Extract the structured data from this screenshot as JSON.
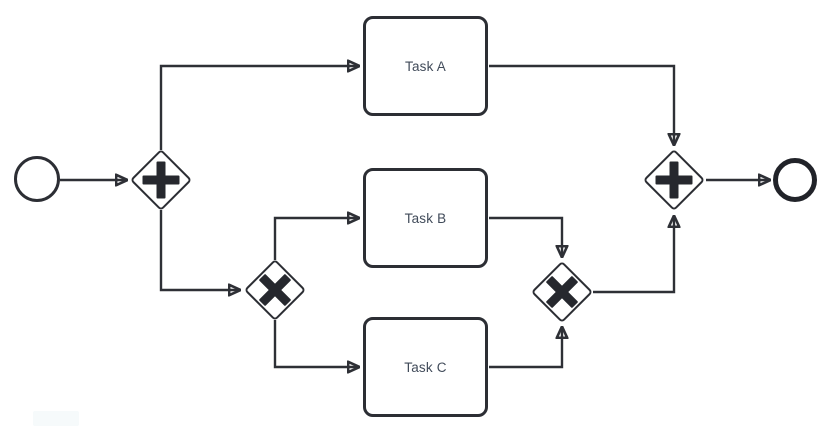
{
  "diagram": {
    "kind": "bpmn-process-flow",
    "tasks": [
      {
        "id": "task-a",
        "label": "Task A"
      },
      {
        "id": "task-b",
        "label": "Task B"
      },
      {
        "id": "task-c",
        "label": "Task C"
      }
    ],
    "events": [
      {
        "id": "start-event",
        "type": "start"
      },
      {
        "id": "end-event",
        "type": "end"
      }
    ],
    "gateways": [
      {
        "id": "parallel-gateway-split",
        "type": "parallel",
        "symbol": "plus"
      },
      {
        "id": "exclusive-gateway-split",
        "type": "exclusive",
        "symbol": "cross"
      },
      {
        "id": "exclusive-gateway-join",
        "type": "exclusive",
        "symbol": "cross"
      },
      {
        "id": "parallel-gateway-join",
        "type": "parallel",
        "symbol": "plus"
      }
    ],
    "flows": [
      {
        "from": "start-event",
        "to": "parallel-gateway-split"
      },
      {
        "from": "parallel-gateway-split",
        "to": "task-a"
      },
      {
        "from": "parallel-gateway-split",
        "to": "exclusive-gateway-split"
      },
      {
        "from": "exclusive-gateway-split",
        "to": "task-b"
      },
      {
        "from": "exclusive-gateway-split",
        "to": "task-c"
      },
      {
        "from": "task-a",
        "to": "parallel-gateway-join"
      },
      {
        "from": "task-b",
        "to": "exclusive-gateway-join"
      },
      {
        "from": "task-c",
        "to": "exclusive-gateway-join"
      },
      {
        "from": "exclusive-gateway-join",
        "to": "parallel-gateway-join"
      },
      {
        "from": "parallel-gateway-join",
        "to": "end-event"
      }
    ],
    "colors": {
      "stroke": "#2c2e34",
      "symbol": "#26282e",
      "task_text": "#414b5a",
      "background": "#ffffff"
    }
  }
}
